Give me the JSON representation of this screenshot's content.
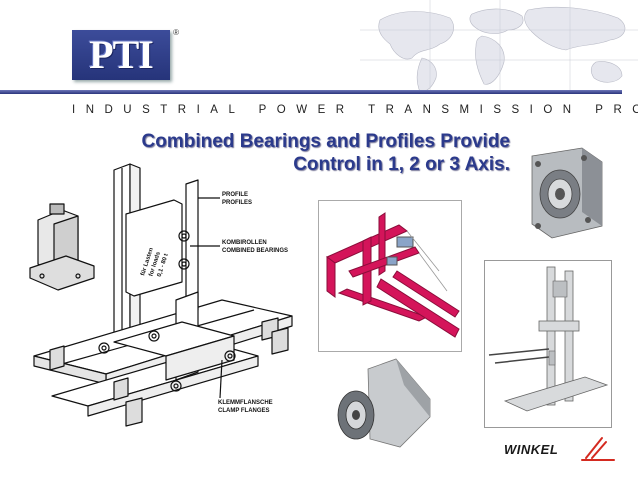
{
  "brand": {
    "logo_text": "PTI",
    "registered": "®"
  },
  "tagline": "INDUSTRIAL POWER TRANSMISSION PRODUCTS",
  "headline": {
    "line1": "Combined Bearings and Profiles Provide",
    "line2": "Control in 1, 2 or  3 Axis."
  },
  "labels": {
    "profile_de": "PROFILE",
    "profile_en": "PROFILES",
    "bearings_de": "KOMBIROLLEN",
    "bearings_en": "COMBINED BEARINGS",
    "clamp_de": "KLEMMFLANSCHE",
    "clamp_en": "CLAMP FLANGES",
    "plate_line1": "für Lasten",
    "plate_line2": "for loads",
    "plate_line3": "0,1 - 80 t"
  },
  "footer_brand": {
    "name": "WINKEL"
  },
  "colors": {
    "accent": "#2b3a8c",
    "rule": "#3d478f",
    "forklift": "#d4145a",
    "winkel_mark": "#d42a20"
  }
}
